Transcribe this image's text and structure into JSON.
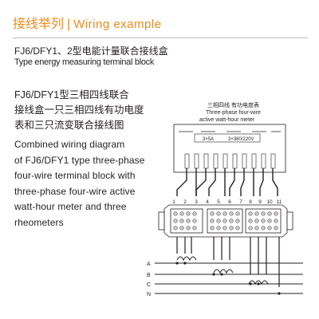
{
  "header": {
    "title_cn": "接线举列",
    "separator": "|",
    "title_en": "Wiring example"
  },
  "subtitle": {
    "cn": "FJ6/DFY1、2型电能计量联合接线盒",
    "en": "Type energy measuring terminal block"
  },
  "description": {
    "cn_lines": [
      "FJ6/DFY1型三相四线联合",
      "接线盒一只三相四线有功电度",
      "表和三只流变联合接线图"
    ],
    "en_lines": [
      "Combined wiring diagram",
      "of FJ6/DFY1 type three-phase",
      "four-wire terminal block with",
      "three-phase four-wire active",
      "watt-hour meter and three",
      "rheometers"
    ]
  },
  "diagram": {
    "meter_label_cn": "三相四线   有功电度表",
    "meter_label_en_1": "Three-phase four-wire",
    "meter_label_en_2": "active watt-hour meter",
    "current_rating": "3×5A",
    "voltage_rating": "3×380/220V",
    "terminal_numbers": [
      "1",
      "2",
      "3",
      "4",
      "5",
      "6",
      "7",
      "8",
      "9",
      "10",
      "11"
    ],
    "phase_labels": [
      "A",
      "B",
      "C",
      "N"
    ],
    "colors": {
      "line": "#231f20"
    }
  }
}
